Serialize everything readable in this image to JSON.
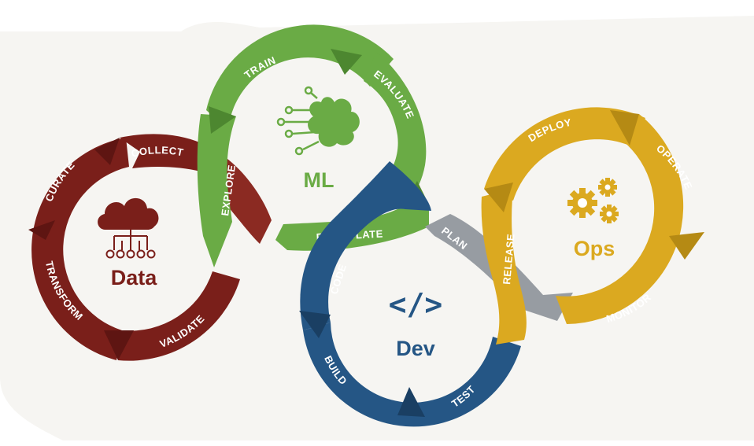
{
  "colors": {
    "data": "#7a1f1a",
    "ml": "#6aab45",
    "dev": "#255685",
    "ops": "#dba920",
    "plan": "#979ca2",
    "background": "#f4f4f1"
  },
  "cycles": {
    "data": {
      "label": "Data",
      "icon": "cloud-network-icon",
      "stages": [
        "CURATE",
        "COLLECT",
        "TRANSFORM",
        "VALIDATE"
      ]
    },
    "ml": {
      "label": "ML",
      "icon": "brain-circuit-icon",
      "stages": [
        "TRAIN",
        "EVALUATE",
        "EXPLORE"
      ]
    },
    "dev": {
      "label": "Dev",
      "icon": "code-icon",
      "icon_glyph": "</>",
      "stages": [
        "CODE",
        "BUILD",
        "TEST"
      ]
    },
    "ops": {
      "label": "Ops",
      "icon": "gears-icon",
      "stages": [
        "DEPLOY",
        "OPERATE",
        "MONITOR",
        "RELEASE"
      ]
    }
  },
  "connectors": {
    "formulate": "FORMULATE",
    "plan": "PLAN"
  }
}
